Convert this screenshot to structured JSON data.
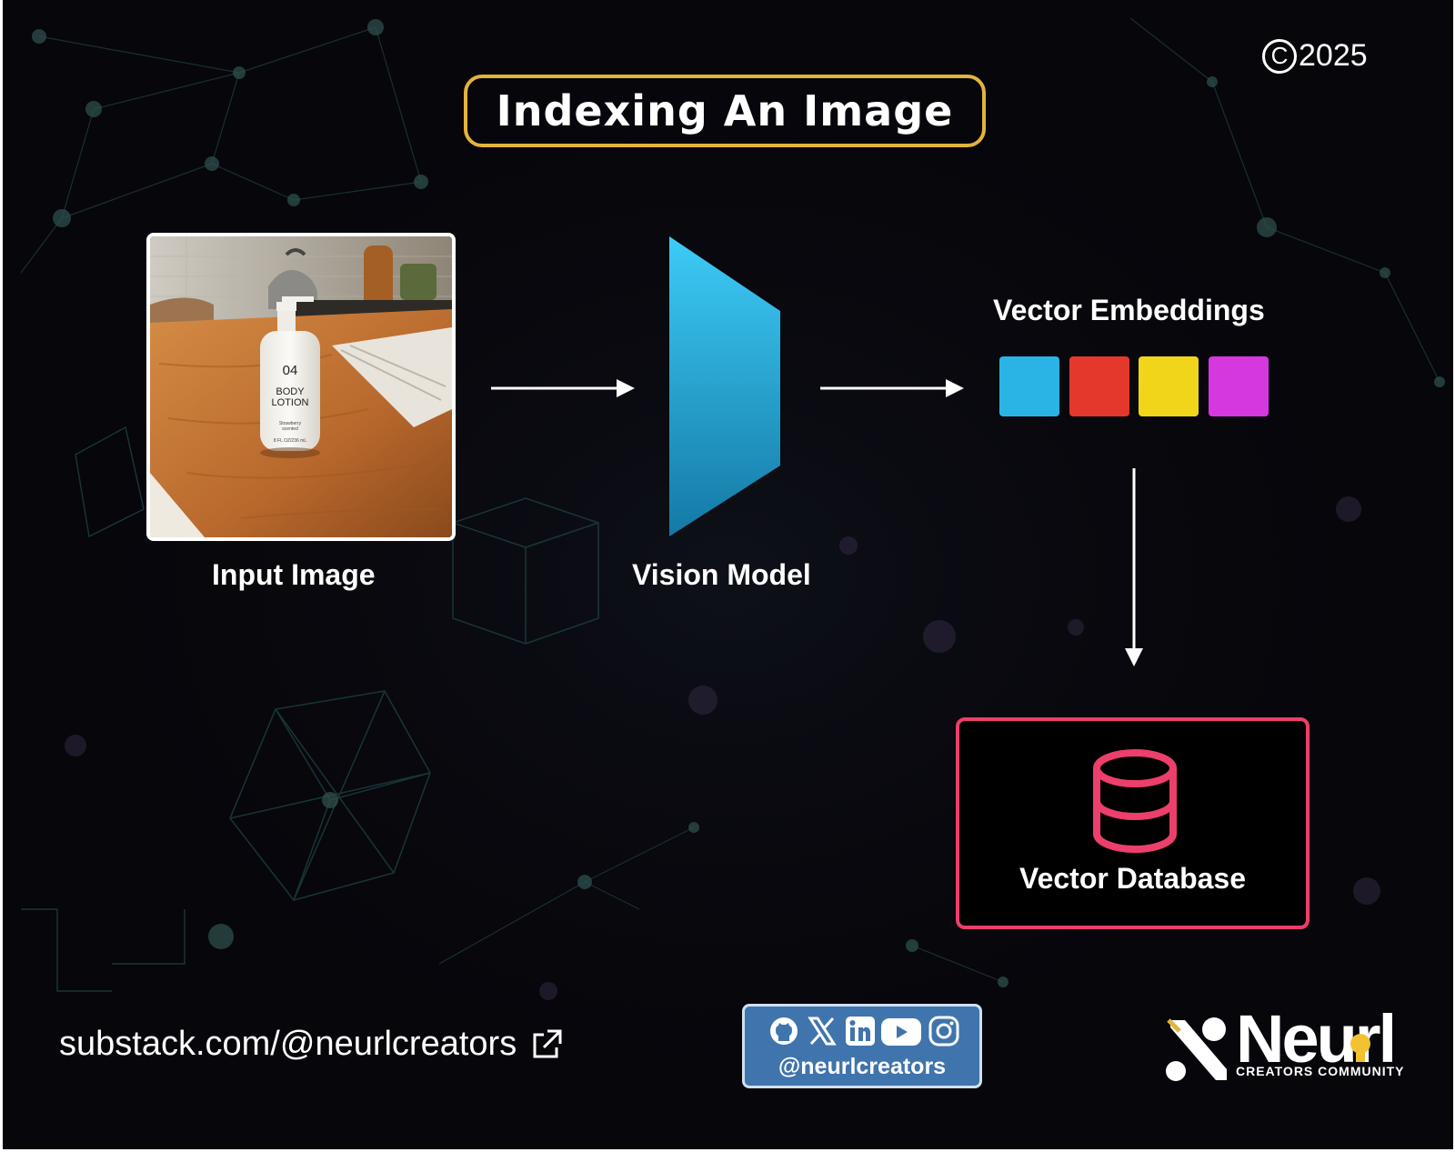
{
  "title": "Indexing An Image",
  "copyright": {
    "symbol": "C",
    "year": "2025"
  },
  "input_image": {
    "label": "Input Image",
    "bottle_text": {
      "number": "04",
      "line1": "BODY",
      "line2": "LOTION",
      "line3": "Strawberry",
      "line4": "scented",
      "volume": "8 FL OZ/236 mL"
    }
  },
  "vision_model": {
    "label": "Vision Model"
  },
  "embeddings": {
    "label": "Vector Embeddings",
    "swatches": [
      {
        "name": "cyan",
        "color": "#2ab4e6"
      },
      {
        "name": "red",
        "color": "#e4382c"
      },
      {
        "name": "yellow",
        "color": "#f0d51a"
      },
      {
        "name": "magenta",
        "color": "#d538de"
      }
    ]
  },
  "database": {
    "label": "Vector Database",
    "accent": "#ec3f6c"
  },
  "footer": {
    "link_text": "substack.com/@neurlcreators",
    "social_handle": "@neurlcreators",
    "social_icons": [
      "github-icon",
      "x-icon",
      "linkedin-icon",
      "youtube-icon",
      "instagram-icon"
    ],
    "brand_name": "Neurl",
    "brand_tagline": "CREATORS COMMUNITY"
  },
  "colors": {
    "title_border": "#e2b43c",
    "model_top": "#3ecbf7",
    "model_bottom": "#1479a5",
    "social_bg": "#4074ac"
  }
}
